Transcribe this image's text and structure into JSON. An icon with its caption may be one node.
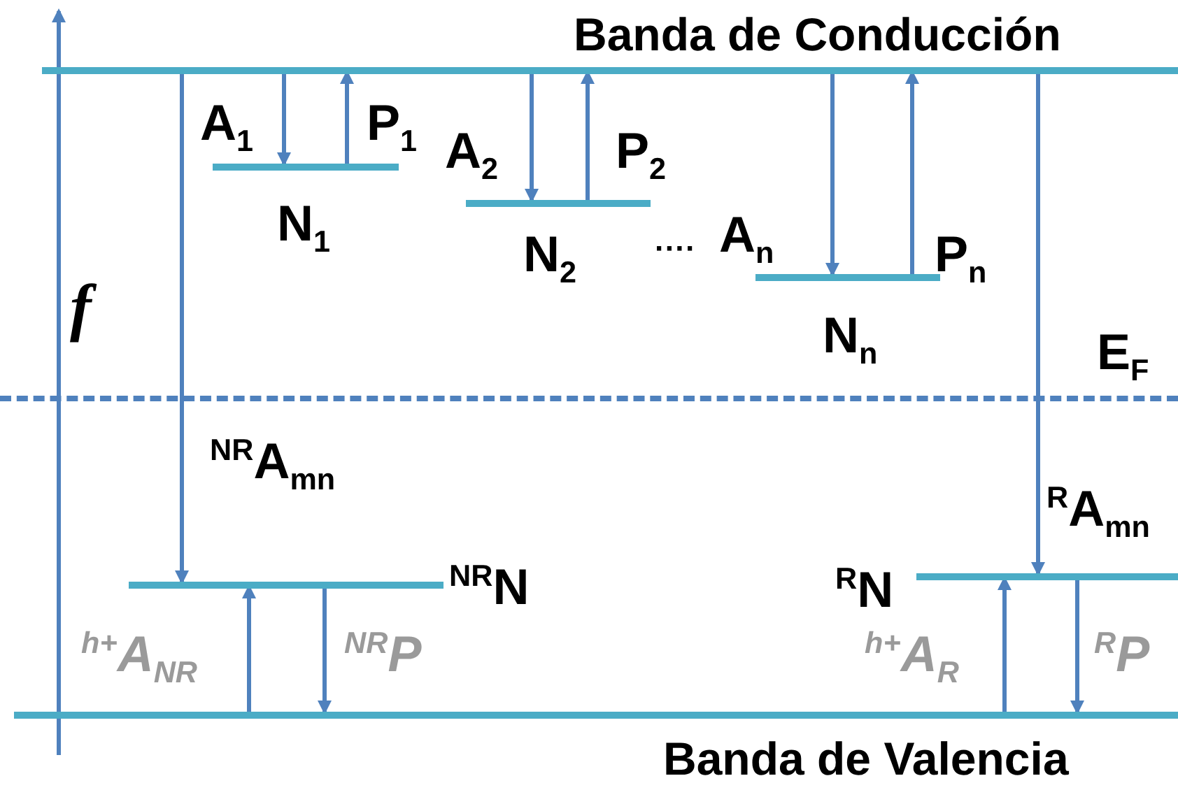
{
  "diagram": {
    "nodes": [
      {
        "text": [
          "Banda de Conducción"
        ]
      },
      {
        "text": [
          "N$_{1}$"
        ]
      },
      {
        "text": [
          "N$_{2}$"
        ]
      },
      {
        "text": [
          "N$_{n}$"
        ]
      },
      {
        "text": [
          "E$_{F}$"
        ]
      },
      {
        "text": [
          "$^{NR}$N"
        ]
      },
      {
        "text": [
          "$^{R}$N"
        ]
      },
      {
        "text": [
          "Banda de Valencia"
        ]
      }
    ],
    "edges": [
      {
        "from": 7,
        "to": 0,
        "arrow": "to",
        "label": "f"
      },
      {
        "from": 0,
        "to": 1,
        "arrow": "to",
        "label": "A$_{1}$"
      },
      {
        "from": 1,
        "to": 0,
        "arrow": "to",
        "label": "P$_{1}$"
      },
      {
        "from": 0,
        "to": 2,
        "arrow": "to",
        "label": "A$_{2}$"
      },
      {
        "from": 2,
        "to": 0,
        "arrow": "to",
        "label": "P$_{2}$"
      },
      {
        "from": 0,
        "to": 3,
        "arrow": "to",
        "label": "A$_{n}$"
      },
      {
        "from": 3,
        "to": 0,
        "arrow": "to",
        "label": "P$_{n}$"
      },
      {
        "from": 0,
        "to": 5,
        "arrow": "to",
        "label": "$^{NR}$A$_{mn}$"
      },
      {
        "from": 0,
        "to": 6,
        "arrow": "to",
        "label": "$^{R}$A$_{mn}$"
      },
      {
        "from": 7,
        "to": 5,
        "arrow": "to",
        "label": "$^{h+}$A$_{NR}$"
      },
      {
        "from": 5,
        "to": 7,
        "arrow": "to",
        "label": "$^{NR}$P"
      },
      {
        "from": 7,
        "to": 6,
        "arrow": "to",
        "label": "$^{h+}$A$_{R}$"
      },
      {
        "from": 6,
        "to": 7,
        "arrow": "to",
        "label": "$^{R}$P"
      }
    ],
    "labels": [
      "····"
    ]
  }
}
